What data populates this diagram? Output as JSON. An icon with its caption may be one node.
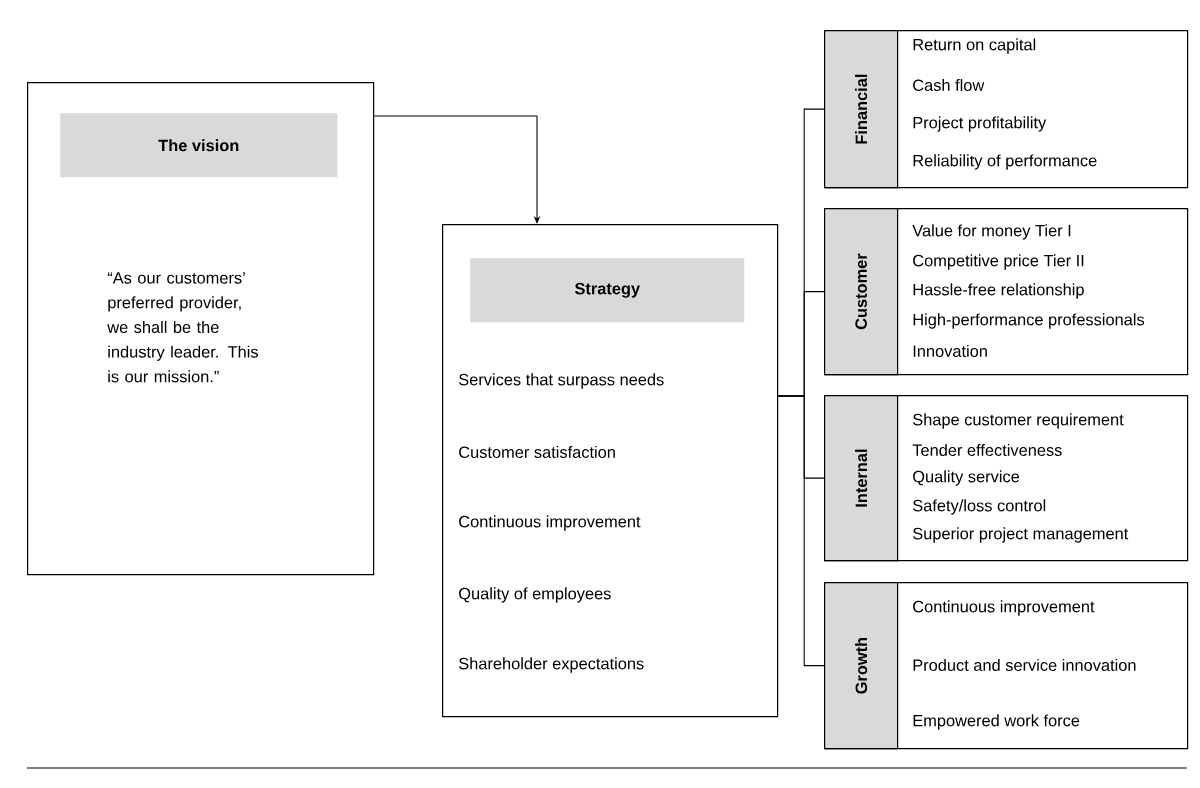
{
  "diagram": {
    "nodes": [
      {
        "text": [
          "“As our customers’ preferred provider, we shall be the industry leader. This is our mission.”"
        ]
      },
      {
        "text": [
          "The vision"
        ],
        "in": 0
      },
      {
        "text": [
          "Services that surpass needs",
          "Customer satisfaction",
          "Continuous improvement",
          "Quality of employees",
          "Shareholder expectations"
        ]
      },
      {
        "text": [
          "Strategy"
        ],
        "in": 2
      },
      {
        "text": [
          "Return on capital",
          "Cash flow",
          "Project profitability",
          "Reliability of performance"
        ]
      },
      {
        "text": [
          "Financial"
        ],
        "in": 4
      },
      {
        "text": [
          "Value for money Tier I",
          "Competitive price Tier II",
          "Hassle-free relationship",
          "High-performance professionals",
          "Innovation"
        ]
      },
      {
        "text": [
          "Customer"
        ],
        "in": 6
      },
      {
        "text": [
          "Shape customer requirement",
          "Tender effectiveness",
          "Quality service",
          "Safety/loss control",
          "Superior project management"
        ]
      },
      {
        "text": [
          "Internal"
        ],
        "in": 8
      },
      {
        "text": [
          "Continuous improvement",
          "Product and service innovation",
          "Empowered work force"
        ]
      },
      {
        "text": [
          "Growth"
        ],
        "in": 10
      }
    ],
    "edges": [
      {
        "from": 0,
        "to": 2,
        "arrow": "to"
      },
      {
        "from": 2,
        "to": 4,
        "arrow": "none"
      },
      {
        "from": 2,
        "to": 6,
        "arrow": "none"
      },
      {
        "from": 2,
        "to": 8,
        "arrow": "none"
      },
      {
        "from": 2,
        "to": 10,
        "arrow": "none"
      }
    ]
  }
}
